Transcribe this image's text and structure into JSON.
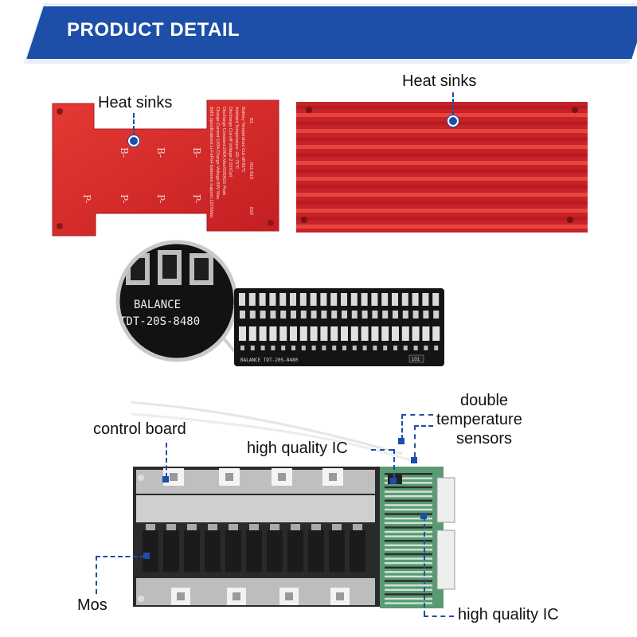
{
  "header": {
    "title": "PRODUCT DETAIL"
  },
  "annotations": {
    "heat_sinks_left": "Heat sinks",
    "heat_sinks_right": "Heat sinks",
    "control_board": "control board",
    "high_quality_ic_top": "high quality IC",
    "double_temperature_sensors": [
      "double",
      "temperature",
      "sensors"
    ],
    "mos": "Mos",
    "high_quality_ic_bottom": "high quality IC"
  },
  "plate": {
    "spec_lines": [
      "BMS specifications:Li-FePo4 batteries support:125SMax",
      "Charge Current:100A Charge Voltage:69V Max",
      "Discharge Constant:200A Max/500A5S Peak",
      "Discharge Cut-off Voltage:2.5V/Cell",
      "Ambient Temperature:-25~75℃",
      "Battery Temperature Cut-off:65℃"
    ],
    "b_minus_labels": [
      "B-",
      "B-",
      "B-"
    ],
    "p_minus_labels": [
      "P-",
      "P-",
      "P-",
      "P-"
    ],
    "pin_labels": [
      "B1",
      "B11 B10",
      "B20"
    ]
  },
  "balance_board": {
    "zoom_text_1": "BALANCE",
    "zoom_text_2": "TDT-20S-8480",
    "board_text": "BALANCE TDT-20S-8480",
    "resistor_code": "101"
  },
  "colors": {
    "accent": "#1d4ea8",
    "heatsink_red": "#d8282a",
    "pcb": "#1a1a1a"
  }
}
